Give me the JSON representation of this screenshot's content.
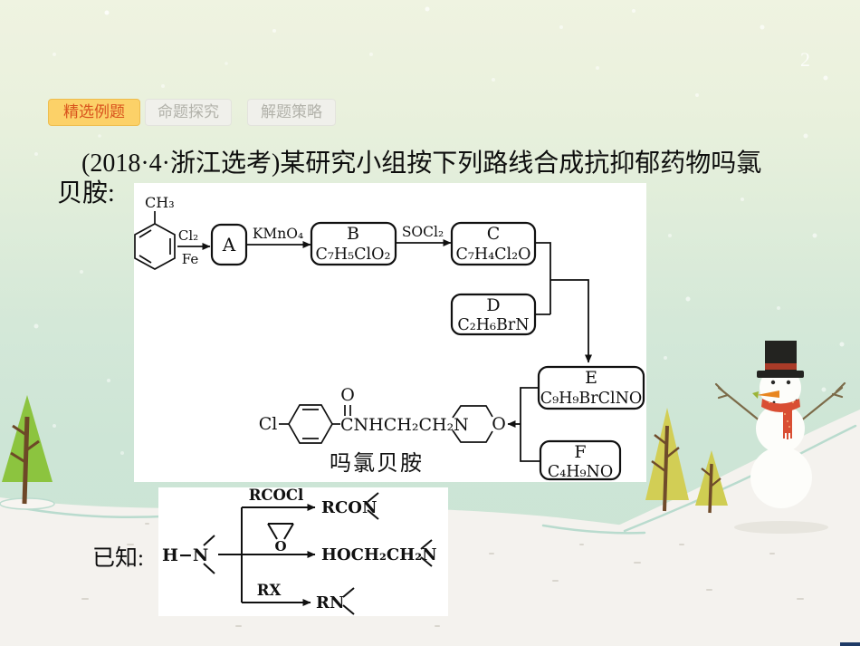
{
  "slide": {
    "page_number": "2"
  },
  "tabs": [
    {
      "label": "精选例题",
      "active": true
    },
    {
      "label": "命题探究",
      "active": false
    },
    {
      "label": "解题策略",
      "active": false
    }
  ],
  "title": {
    "line1": "(2018·4·浙江选考)某研究小组按下列路线合成抗抑郁药物吗氯",
    "line2": "贝胺:"
  },
  "scheme": {
    "start_substituent": "CH₃",
    "step1_reagent_top": "Cl₂",
    "step1_reagent_bottom": "Fe",
    "box_a_letter": "A",
    "step2_reagent": "KMnO₄",
    "box_b_letter": "B",
    "box_b_formula": "C₇H₅ClO₂",
    "step3_reagent": "SOCl₂",
    "box_c_letter": "C",
    "box_c_formula": "C₇H₄Cl₂O",
    "box_d_letter": "D",
    "box_d_formula": "C₂H₆BrN",
    "box_e_letter": "E",
    "box_e_formula": "C₉H₉BrClNO",
    "box_f_letter": "F",
    "box_f_formula": "C₄H₉NO",
    "product": {
      "cl": "Cl",
      "carbonyl_o": "O",
      "chain": "CNHCH₂CH₂N",
      "ring_o": "O",
      "name": "吗氯贝胺"
    }
  },
  "known": {
    "label": "已知:",
    "amine": "H−N",
    "branch1": {
      "reagent": "RCOCl",
      "product": "RCON"
    },
    "branch2": {
      "reagent_o": "O",
      "product": "HOCH₂CH₂N"
    },
    "branch3": {
      "reagent": "RX",
      "product": "RN"
    }
  },
  "colors": {
    "tab_active_bg": "#fcd168",
    "tab_active_text": "#d9531d",
    "tree_green": "#8cc43f",
    "tree_yellow_tall": "#d2ce55",
    "tree_yellow_small": "#cfcd52",
    "trunk_brown": "#6d4827",
    "scarf_red": "#d94e33",
    "hat_black": "#232320",
    "hat_band_red": "#a93b28",
    "nose_orange": "#e8851f",
    "snow_white": "#f4f2ee",
    "wave_teal": "#b9dbce",
    "corner_bar_navy": "#1e3a66"
  }
}
